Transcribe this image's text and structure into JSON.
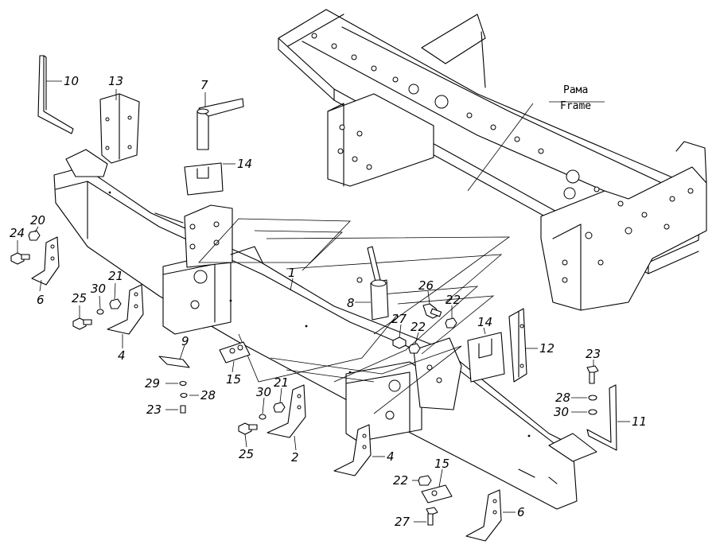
{
  "frame_label": {
    "ru": "Рама",
    "en": "Frame"
  },
  "callouts": [
    {
      "id": "c10",
      "text": "10"
    },
    {
      "id": "c13",
      "text": "13"
    },
    {
      "id": "c7",
      "text": "7"
    },
    {
      "id": "c14a",
      "text": "14"
    },
    {
      "id": "c20",
      "text": "20"
    },
    {
      "id": "c24",
      "text": "24"
    },
    {
      "id": "c6a",
      "text": "6"
    },
    {
      "id": "c21a",
      "text": "21"
    },
    {
      "id": "c30a",
      "text": "30"
    },
    {
      "id": "c25a",
      "text": "25"
    },
    {
      "id": "c4a",
      "text": "4"
    },
    {
      "id": "c9",
      "text": "9"
    },
    {
      "id": "c29",
      "text": "29"
    },
    {
      "id": "c28a",
      "text": "28"
    },
    {
      "id": "c23a",
      "text": "23"
    },
    {
      "id": "c15a",
      "text": "15"
    },
    {
      "id": "c1",
      "text": "1"
    },
    {
      "id": "c8",
      "text": "8"
    },
    {
      "id": "c26",
      "text": "26"
    },
    {
      "id": "c22a",
      "text": "22"
    },
    {
      "id": "c27a",
      "text": "27"
    },
    {
      "id": "c22b",
      "text": "22"
    },
    {
      "id": "c14b",
      "text": "14"
    },
    {
      "id": "c12",
      "text": "12"
    },
    {
      "id": "c23b",
      "text": "23"
    },
    {
      "id": "c28b",
      "text": "28"
    },
    {
      "id": "c30b",
      "text": "30"
    },
    {
      "id": "c11",
      "text": "11"
    },
    {
      "id": "c21b",
      "text": "21"
    },
    {
      "id": "c30c",
      "text": "30"
    },
    {
      "id": "c25b",
      "text": "25"
    },
    {
      "id": "c2",
      "text": "2"
    },
    {
      "id": "c4b",
      "text": "4"
    },
    {
      "id": "c15b",
      "text": "15"
    },
    {
      "id": "c22c",
      "text": "22"
    },
    {
      "id": "c27b",
      "text": "27"
    },
    {
      "id": "c6b",
      "text": "6"
    }
  ]
}
